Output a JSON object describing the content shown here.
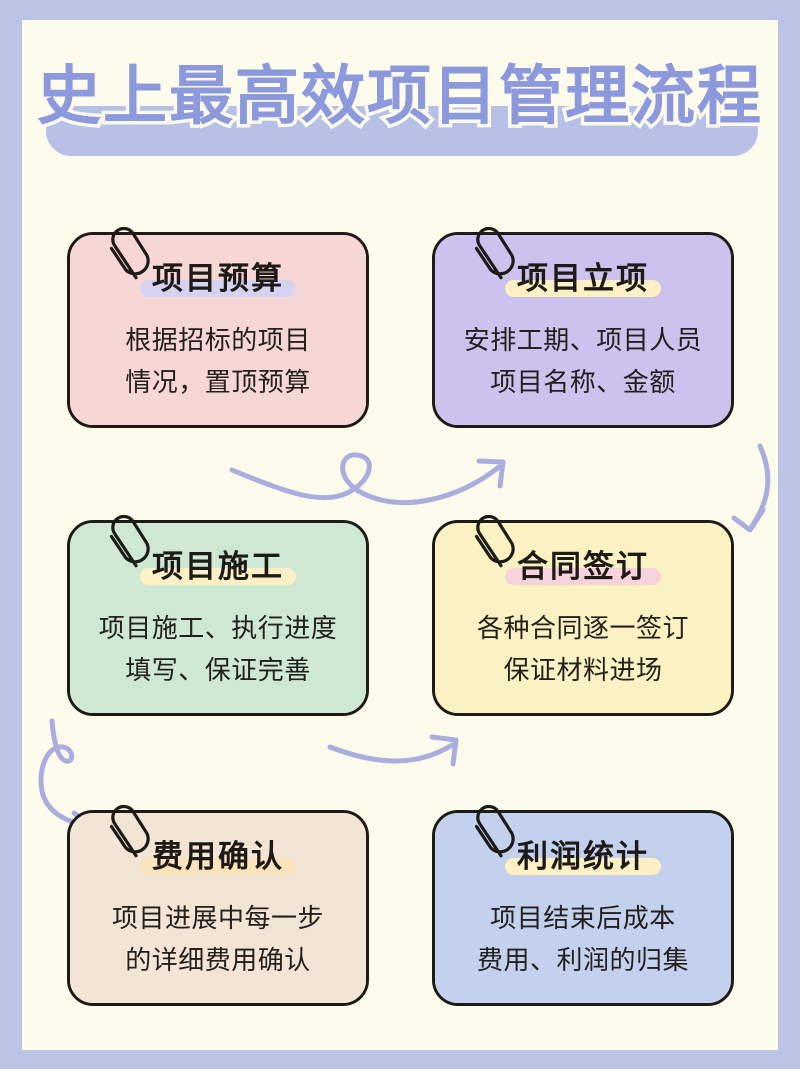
{
  "poster": {
    "title": "史上最高效项目管理流程",
    "border_color": "#bcc4e6",
    "background_color": "#fdfbeb",
    "title_color": "#8d99dd",
    "title_highlight_color": "#b7c0e7"
  },
  "cards": [
    {
      "id": "card-budget",
      "heading": "项目预算",
      "body_lines": [
        "根据招标的项目",
        "情况，置顶预算"
      ],
      "card_color": "#f6d7d5",
      "highlight_color": "#d6d3f2",
      "clip_name": "paperclip-icon"
    },
    {
      "id": "card-initiation",
      "heading": "项目立项",
      "body_lines": [
        "安排工期、项目人员",
        "项目名称、金额"
      ],
      "card_color": "#cbc3ed",
      "highlight_color": "#fdf0c5",
      "clip_name": "paperclip-icon"
    },
    {
      "id": "card-construction",
      "heading": "项目施工",
      "body_lines": [
        "项目施工、执行进度",
        "填写、保证完善"
      ],
      "card_color": "#cfe8d3",
      "highlight_color": "#fdf0c5",
      "clip_name": "paperclip-icon"
    },
    {
      "id": "card-contract",
      "heading": "合同签订",
      "body_lines": [
        "各种合同逐一签订",
        "保证材料进场"
      ],
      "card_color": "#fbf2c3",
      "highlight_color": "#f6d2da",
      "clip_name": "paperclip-icon"
    },
    {
      "id": "card-cost",
      "heading": "费用确认",
      "body_lines": [
        "项目进展中每一步",
        "的详细费用确认"
      ],
      "card_color": "#f3e5d5",
      "highlight_color": "#fbe3bc",
      "clip_name": "paperclip-icon"
    },
    {
      "id": "card-profit",
      "heading": "利润统计",
      "body_lines": [
        "项目结束后成本",
        "费用、利润的归集"
      ],
      "card_color": "#c3d1ee",
      "highlight_color": "#fdf0c5",
      "clip_name": "paperclip-icon"
    }
  ],
  "arrows": [
    {
      "id": "arrow-row1-loop",
      "name": "arrow-loop-right",
      "color": "#a9aede"
    },
    {
      "id": "arrow-right-down",
      "name": "arrow-curve-down",
      "color": "#a9aede"
    },
    {
      "id": "arrow-row2-right",
      "name": "arrow-curve-right",
      "color": "#a9aede"
    },
    {
      "id": "arrow-left-hook",
      "name": "arrow-hook-down",
      "color": "#a9aede"
    }
  ]
}
